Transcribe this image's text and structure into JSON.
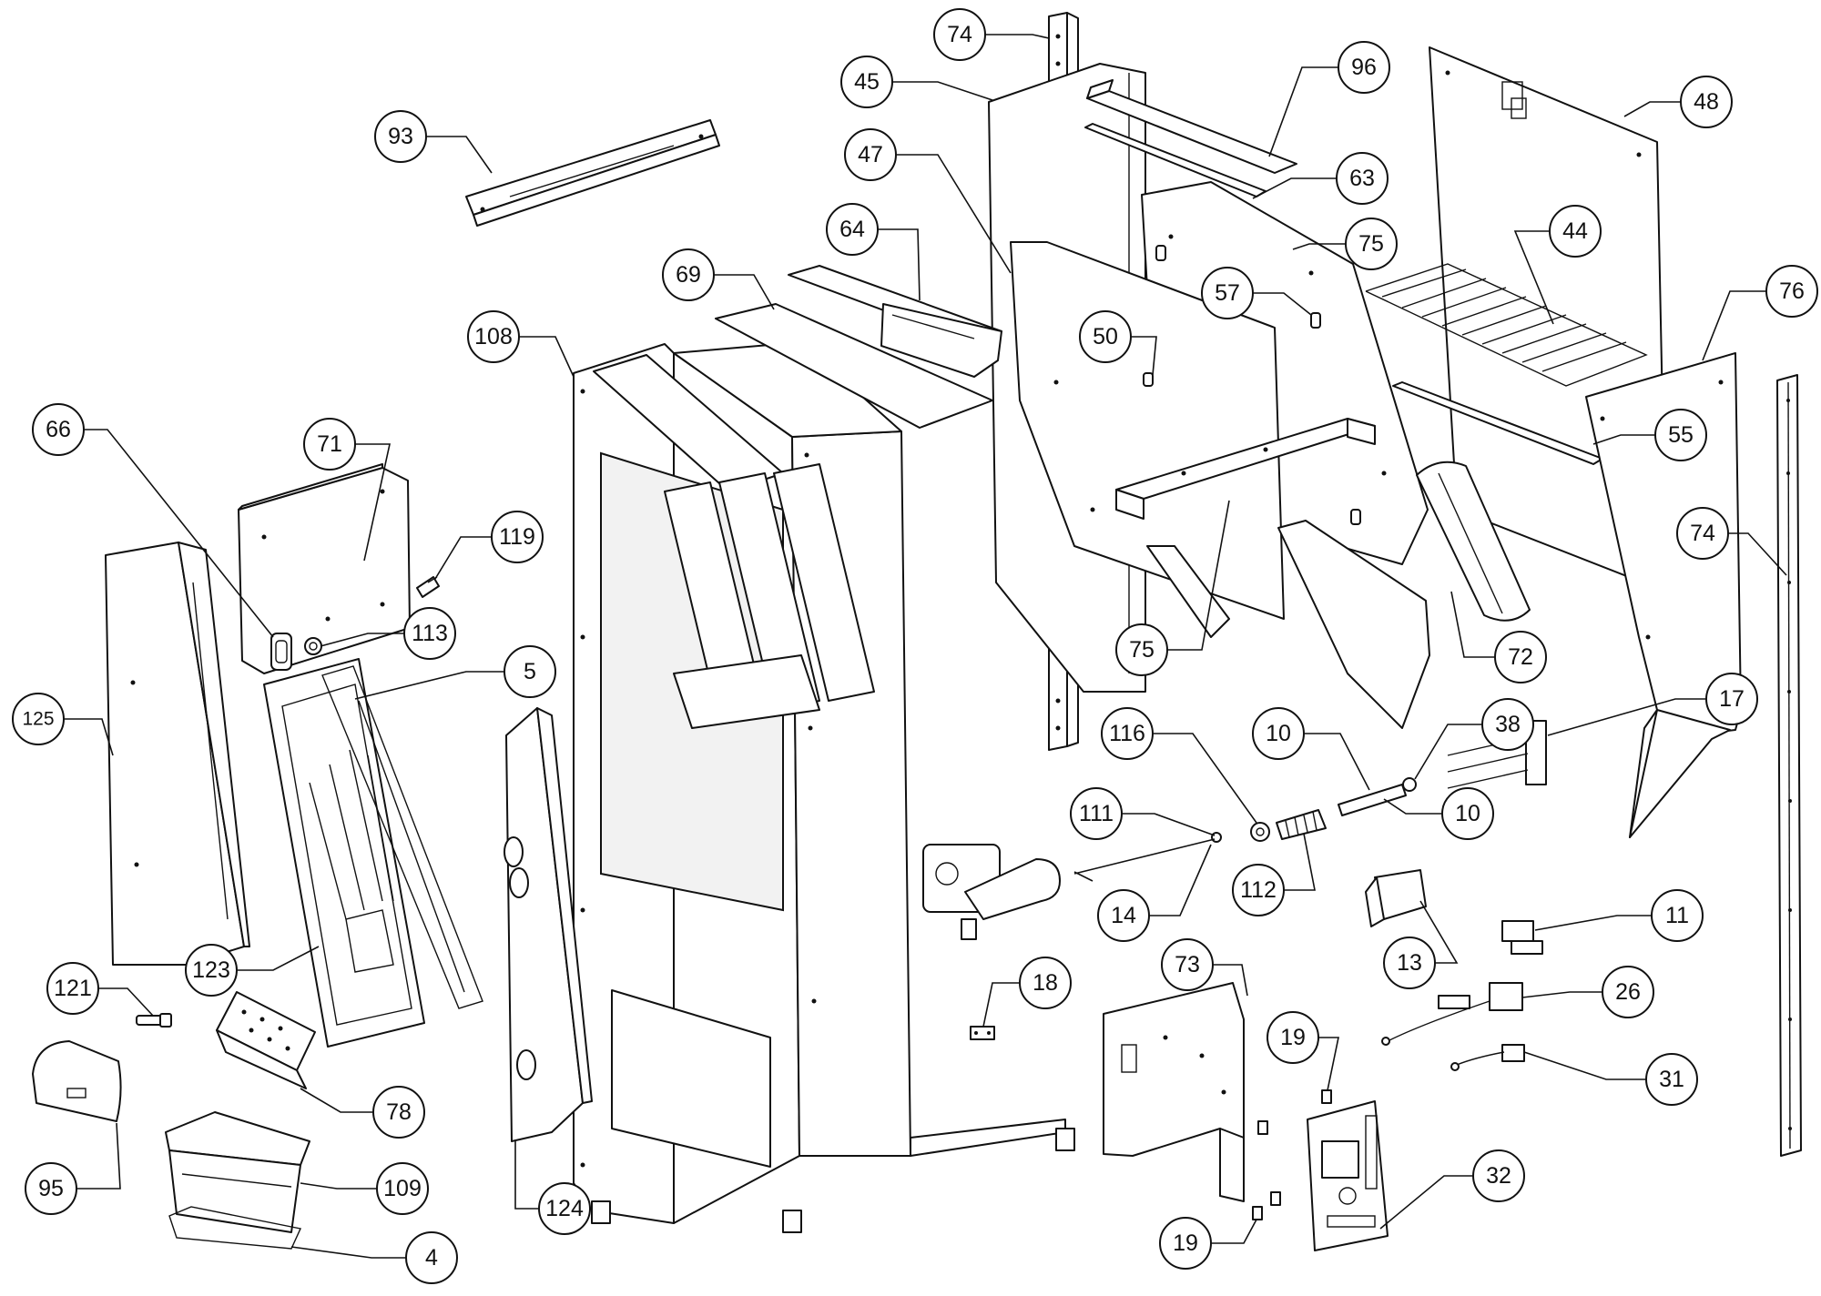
{
  "callouts": [
    {
      "id": "c74a",
      "label": "74"
    },
    {
      "id": "c45",
      "label": "45"
    },
    {
      "id": "c96",
      "label": "96"
    },
    {
      "id": "c48",
      "label": "48"
    },
    {
      "id": "c93",
      "label": "93"
    },
    {
      "id": "c47",
      "label": "47"
    },
    {
      "id": "c63",
      "label": "63"
    },
    {
      "id": "c75a",
      "label": "75"
    },
    {
      "id": "c64",
      "label": "64"
    },
    {
      "id": "c44",
      "label": "44"
    },
    {
      "id": "c69",
      "label": "69"
    },
    {
      "id": "c57",
      "label": "57"
    },
    {
      "id": "c76",
      "label": "76"
    },
    {
      "id": "c108",
      "label": "108"
    },
    {
      "id": "c50",
      "label": "50"
    },
    {
      "id": "c66",
      "label": "66"
    },
    {
      "id": "c71",
      "label": "71"
    },
    {
      "id": "c55",
      "label": "55"
    },
    {
      "id": "c74b",
      "label": "74"
    },
    {
      "id": "c119",
      "label": "119"
    },
    {
      "id": "c113",
      "label": "113"
    },
    {
      "id": "c75b",
      "label": "75"
    },
    {
      "id": "c72",
      "label": "72"
    },
    {
      "id": "c5",
      "label": "5"
    },
    {
      "id": "c125",
      "label": "125"
    },
    {
      "id": "c17",
      "label": "17"
    },
    {
      "id": "c116",
      "label": "116"
    },
    {
      "id": "c10a",
      "label": "10"
    },
    {
      "id": "c38",
      "label": "38"
    },
    {
      "id": "c111",
      "label": "111"
    },
    {
      "id": "c10b",
      "label": "10"
    },
    {
      "id": "c14",
      "label": "14"
    },
    {
      "id": "c112",
      "label": "112"
    },
    {
      "id": "c11",
      "label": "11"
    },
    {
      "id": "c13",
      "label": "13"
    },
    {
      "id": "c123",
      "label": "123"
    },
    {
      "id": "c73",
      "label": "73"
    },
    {
      "id": "c121",
      "label": "121"
    },
    {
      "id": "c18",
      "label": "18"
    },
    {
      "id": "c26",
      "label": "26"
    },
    {
      "id": "c19a",
      "label": "19"
    },
    {
      "id": "c31",
      "label": "31"
    },
    {
      "id": "c78",
      "label": "78"
    },
    {
      "id": "c95",
      "label": "95"
    },
    {
      "id": "c109",
      "label": "109"
    },
    {
      "id": "c124",
      "label": "124"
    },
    {
      "id": "c32",
      "label": "32"
    },
    {
      "id": "c4",
      "label": "4"
    },
    {
      "id": "c19b",
      "label": "19"
    }
  ]
}
